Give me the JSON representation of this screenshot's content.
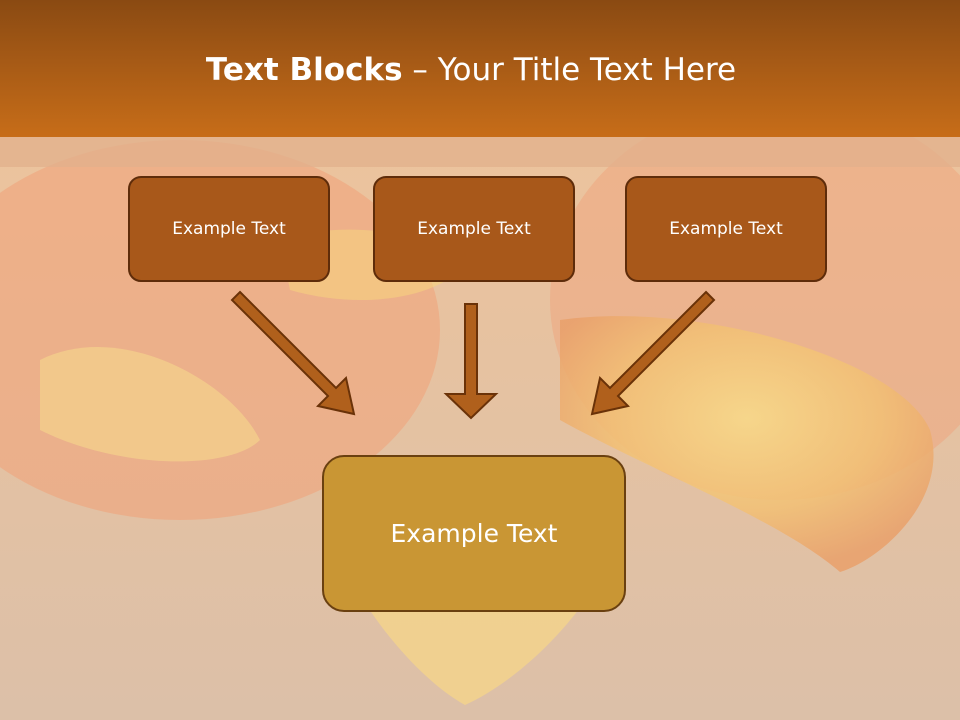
{
  "slide": {
    "title_bold": "Text Blocks",
    "title_dash": " – ",
    "title_rest": "Your Title Text Here"
  },
  "blocks": [
    {
      "label": "Example Text"
    },
    {
      "label": "Example Text"
    },
    {
      "label": "Example Text"
    }
  ],
  "target": {
    "label": "Example Text"
  },
  "colors": {
    "header": "#b4611a",
    "small_box": "#a8581a",
    "small_box_border": "#5e2c0a",
    "big_box": "#c99634",
    "arrow_fill": "#b0601c",
    "arrow_stroke": "#6a3208"
  }
}
